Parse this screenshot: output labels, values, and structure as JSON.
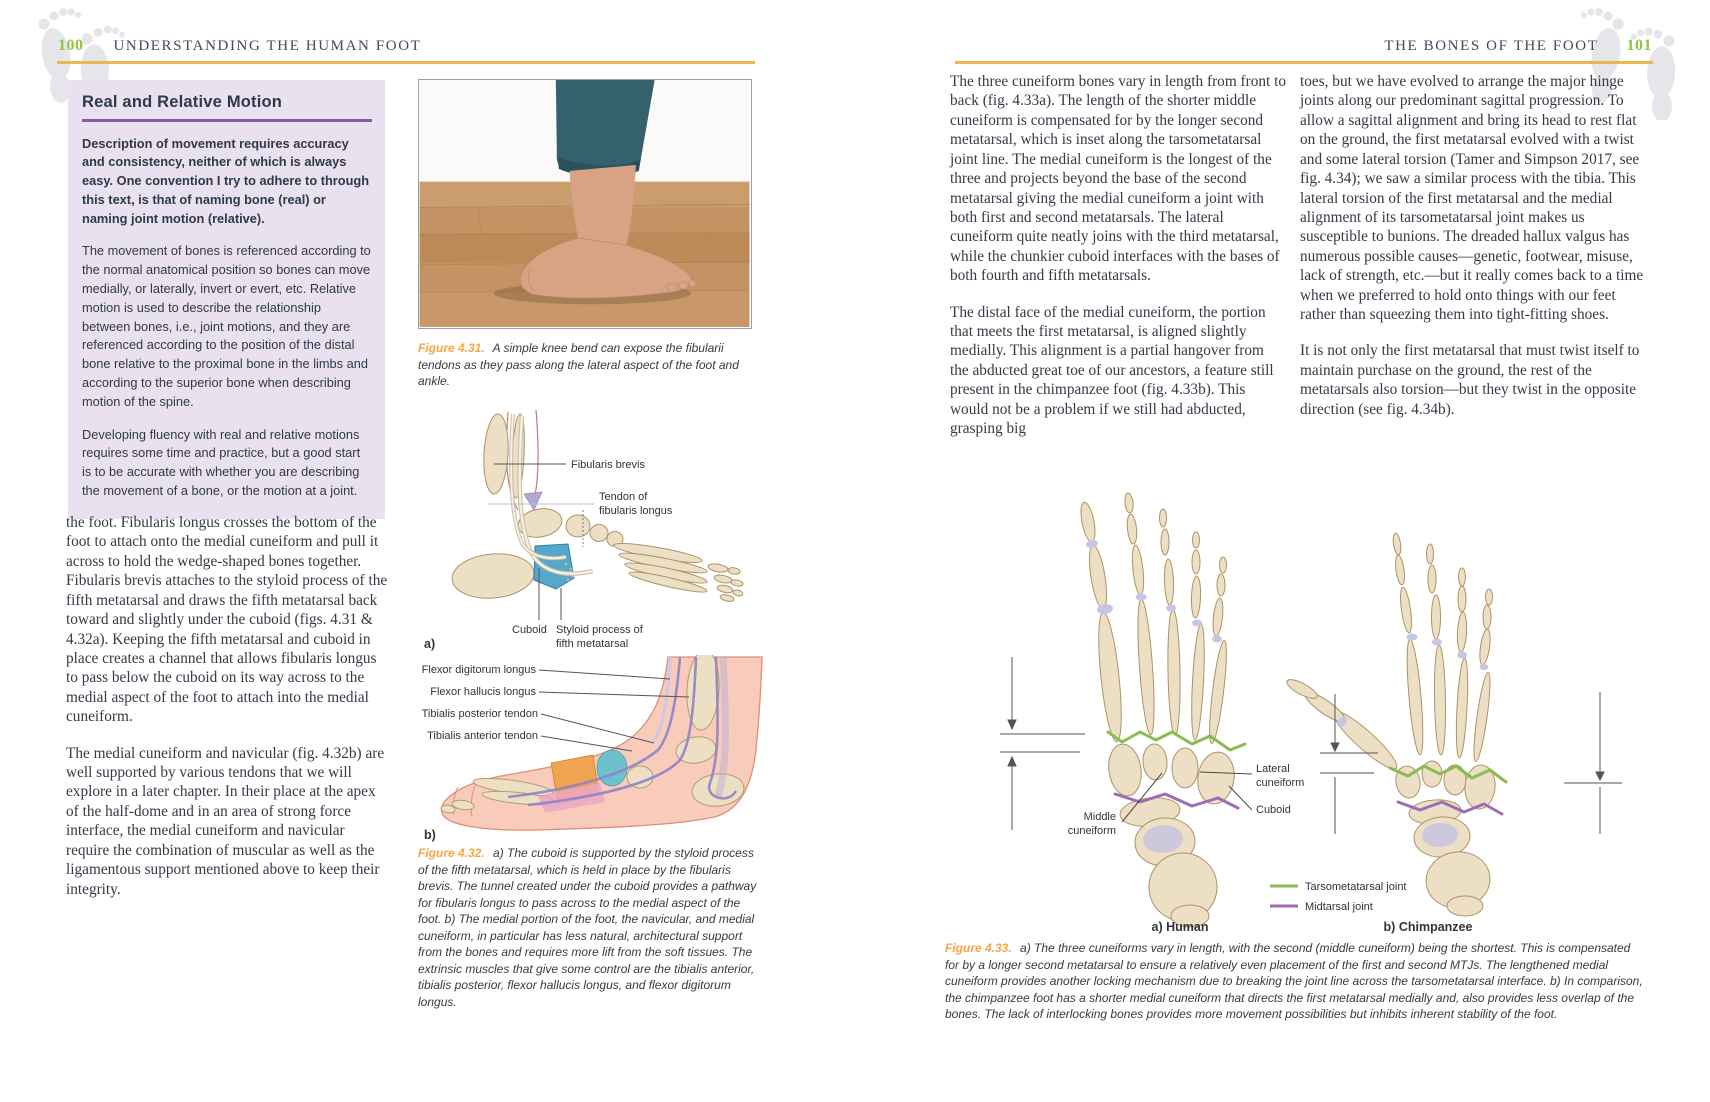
{
  "colors": {
    "accent_green": "#8cc63e",
    "header_navy": "#3e4a5c",
    "gold_rule": "#e9b950",
    "box_lavender": "#e9e1ef",
    "box_rule_purple": "#8b57a3",
    "figure_label_orange": "#f6a642",
    "cuboid_blue": "#55a8c9",
    "tmt_joint_green": "#8abc52",
    "midtarsal_purple": "#9e6cb5"
  },
  "left_page": {
    "page_number": "100",
    "header_title": "UNDERSTANDING THE HUMAN FOOT",
    "info_box": {
      "title": "Real and Relative Motion",
      "lead": "Description of movement requires accuracy and consistency, neither of which is always easy. One convention I try to adhere to through this text, is that of naming bone (real) or naming joint motion (relative).",
      "para1": "The movement of bones is referenced according to the normal anatomical position so bones can move medially, or laterally, invert or evert, etc. Relative motion is used to describe the relationship between bones, i.e., joint motions, and they are referenced according to the position of the distal bone relative to the proximal bone in the limbs and according to the superior bone when describing motion of the spine.",
      "para2": "Developing fluency with real and relative motions requires some time and practice, but a good start is to be accurate with whether you are describing the movement of a bone, or the motion at a joint."
    },
    "body_para1": "the foot. Fibularis longus crosses the bottom of the foot to attach onto the medial cuneiform and pull it across to hold the wedge-shaped bones together. Fibularis brevis attaches to the styloid process of the fifth metatarsal and draws the fifth metatarsal back toward and slightly under the cuboid (figs. 4.31 & 4.32a). Keeping the fifth metatarsal and cuboid in place creates a channel that allows fibularis longus to pass below the cuboid on its way across to the medial aspect of the foot to attach into the medial cuneiform.",
    "body_para2": "The medial cuneiform and navicular (fig. 4.32b) are well supported by various tendons that we will explore in a later chapter. In their place at the apex of the half-dome and in an area of strong force interface, the medial cuneiform and navicular require the combination of muscular as well as the ligamentous support mentioned above to keep their integrity.",
    "fig_431": {
      "label": "Figure 4.31.",
      "caption": "A simple knee bend can expose the fibularii tendons as they pass along the lateral aspect of the foot and ankle."
    },
    "fig_432": {
      "label": "Figure 4.32.",
      "caption": "a) The cuboid is supported by the styloid process of the fifth metatarsal, which is held in place by the fibularis brevis. The tunnel created under the cuboid provides a pathway for fibularis longus to pass across to the medial aspect of the foot. b) The medial portion of the foot, the navicular, and medial cuneiform, in particular has less natural, architectural support from the bones and requires more lift from the soft tissues. The extrinsic muscles that give some control are the tibialis anterior, tibialis posterior, flexor hallucis longus, and flexor digitorum longus.",
      "marker_a": "a)",
      "marker_b": "b)",
      "a_labels": {
        "fibularis_brevis": "Fibularis brevis",
        "tendon_line1": "Tendon of",
        "tendon_line2": "fibularis longus",
        "cuboid": "Cuboid",
        "styloid_line1": "Styloid process of",
        "styloid_line2": "fifth metatarsal"
      },
      "b_labels": {
        "fdl": "Flexor digitorum longus",
        "fhl": "Flexor hallucis longus",
        "tp": "Tibialis posterior tendon",
        "ta": "Tibialis anterior tendon"
      }
    }
  },
  "right_page": {
    "page_number": "101",
    "header_title": "THE BONES OF THE FOOT",
    "col1_para1": "The three cuneiform bones vary in length from front to back (fig. 4.33a). The length of the shorter middle cuneiform is compensated for by the longer second metatarsal, which is inset along the tarsometatarsal joint line. The medial cuneiform is the longest of the three and projects beyond the base of the second metatarsal giving the medial cuneiform a joint with both first and second metatarsals. The lateral cuneiform quite neatly joins with the third metatarsal, while the chunkier cuboid interfaces with the bases of both fourth and fifth metatarsals.",
    "col1_para2": "The distal face of the medial cuneiform, the portion that meets the first metatarsal, is aligned slightly medially. This alignment is a partial hangover from the abducted great toe of our ancestors, a feature still present in the chimpanzee foot (fig. 4.33b). This would not be a problem if we still had abducted, grasping big",
    "col2_para1": "toes, but we have evolved to arrange the major hinge joints along our predominant sagittal progression. To allow a sagittal alignment and bring its head to rest flat on the ground, the first metatarsal evolved with a twist and some lateral torsion (Tamer and Simpson 2017, see fig. 4.34); we saw a similar process with the tibia. This lateral torsion of the first metatarsal and the medial alignment of its tarsometatarsal joint makes us susceptible to bunions. The dreaded hallux valgus has numerous possible causes—genetic, footwear, misuse, lack of strength, etc.—but it really comes back to a time when we preferred to hold onto things with our feet rather than squeezing them into tight-fitting shoes.",
    "col2_para2": "It is not only the first metatarsal that must twist itself to maintain purchase on the ground, the rest of the metatarsals also torsion—but they twist in the opposite direction (see fig. 4.34b).",
    "fig_433": {
      "label": "Figure 4.33.",
      "caption": "a) The three cuneiforms vary in length, with the second (middle cuneiform) being the shortest. This is compensated for by a longer second metatarsal to ensure a relatively even placement of the first and second MTJs. The lengthened medial cuneiform provides another locking mechanism due to breaking the joint line across the tarsometatarsal interface. b) In comparison, the chimpanzee foot has a shorter medial cuneiform that directs the first metatarsal medially and, also provides less overlap of the bones. The lack of interlocking bones provides more movement possibilities but inhibits inherent stability of the foot.",
      "labels": {
        "middle_line1": "Middle",
        "middle_line2": "cuneiform",
        "lateral_line1": "Lateral",
        "lateral_line2": "cuneiform",
        "cuboid": "Cuboid"
      },
      "legend": {
        "tmt": "Tarsometatarsal joint",
        "mt": "Midtarsal joint"
      },
      "sub_a": "a) Human",
      "sub_b": "b) Chimpanzee"
    }
  }
}
